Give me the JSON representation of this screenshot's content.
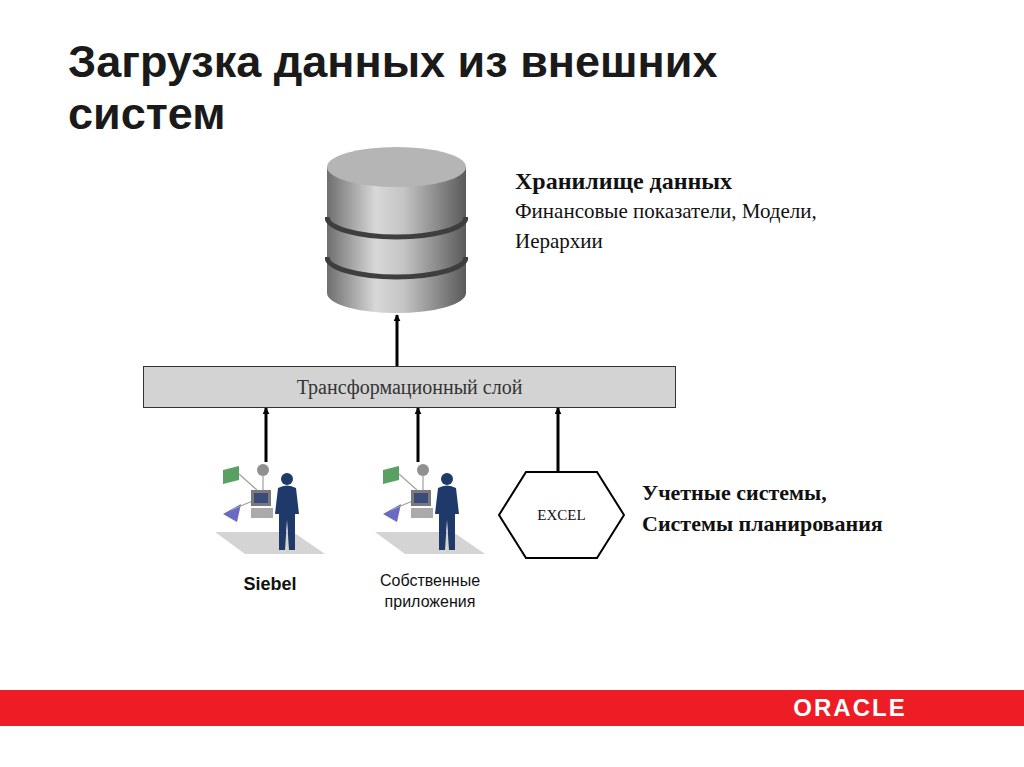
{
  "diagram": {
    "title": "Загрузка данных из внешних систем",
    "nodes": [
      {
        "text": [
          "Хранилище данных",
          "Финансовые показатели, Модели, Иерархии"
        ]
      },
      {
        "text": [
          "Трансформационный слой"
        ]
      },
      {
        "text": [
          "Siebel"
        ]
      },
      {
        "text": [
          "Собственные приложения"
        ]
      },
      {
        "text": [
          "EXCEL"
        ]
      }
    ],
    "edges": [
      {
        "from": 1,
        "to": 0,
        "arrow": "to"
      },
      {
        "from": 2,
        "to": 1,
        "arrow": "to"
      },
      {
        "from": 3,
        "to": 1,
        "arrow": "to"
      },
      {
        "from": 4,
        "to": 1,
        "arrow": "to"
      }
    ],
    "labels": [
      "Учетные системы, Системы планирования",
      "ORACLE"
    ]
  }
}
